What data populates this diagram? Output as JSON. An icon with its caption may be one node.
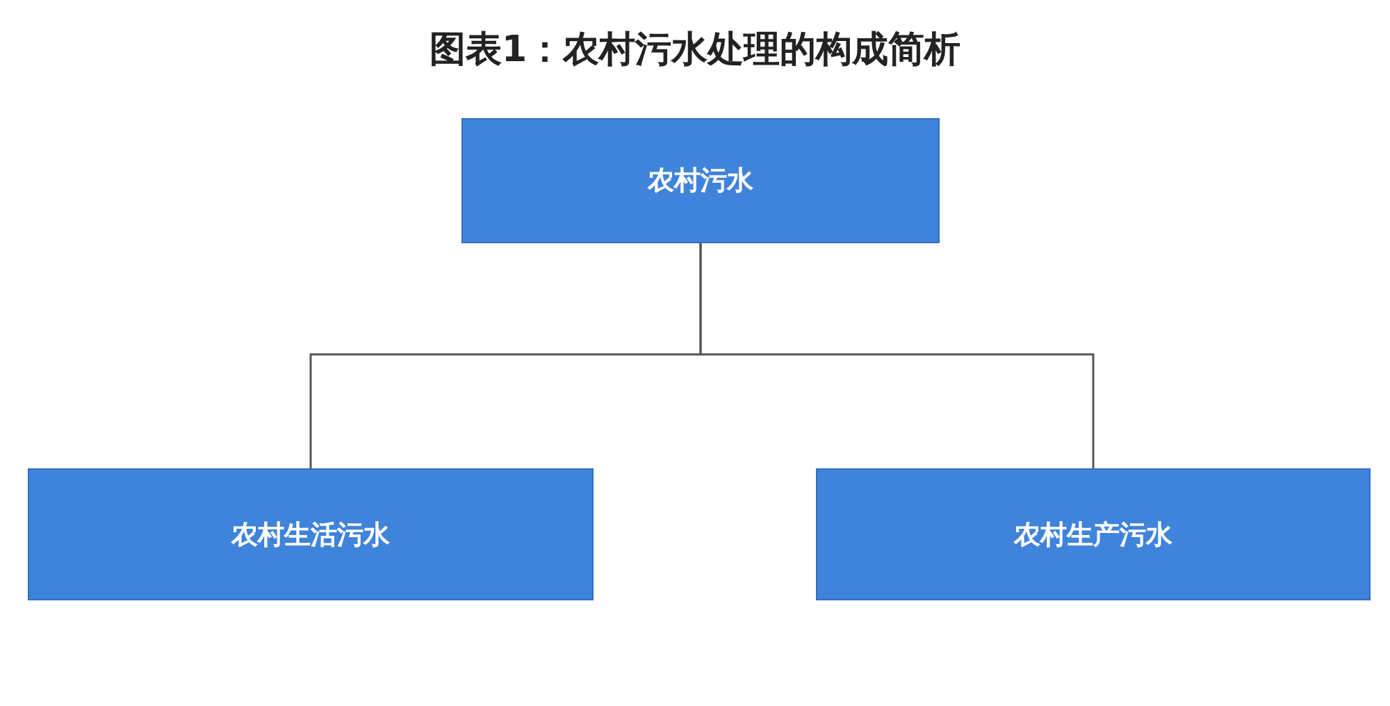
{
  "diagram": {
    "title": "图表1：农村污水处理的构成简析",
    "nodes": [
      {
        "text": [
          "农村污水"
        ]
      },
      {
        "text": [
          "农村生活污水"
        ]
      },
      {
        "text": [
          "农村生产污水"
        ]
      }
    ],
    "edges": [
      {
        "from": 0,
        "to": 1,
        "arrow": "none"
      },
      {
        "from": 0,
        "to": 2,
        "arrow": "none"
      }
    ]
  }
}
